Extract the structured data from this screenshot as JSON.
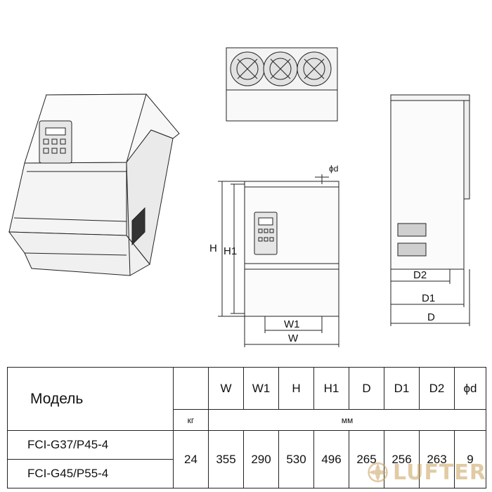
{
  "dimension_labels": {
    "phi_d": "ϕd",
    "h": "H",
    "h1": "H1",
    "w1": "W1",
    "w": "W",
    "d2": "D2",
    "d1": "D1",
    "d": "D"
  },
  "table": {
    "model_header": "Модель",
    "columns": [
      "W",
      "W1",
      "H",
      "H1",
      "D",
      "D1",
      "D2",
      "ϕd"
    ],
    "weight_unit": "кг",
    "dim_unit": "мм",
    "models": [
      "FCI-G37/P45-4",
      "FCI-G45/P55-4"
    ],
    "weight": "24",
    "values": [
      "355",
      "290",
      "530",
      "496",
      "265",
      "256",
      "263",
      "9"
    ]
  },
  "watermark": {
    "text": "LUFTER",
    "accent_color": "#c9a25a"
  }
}
